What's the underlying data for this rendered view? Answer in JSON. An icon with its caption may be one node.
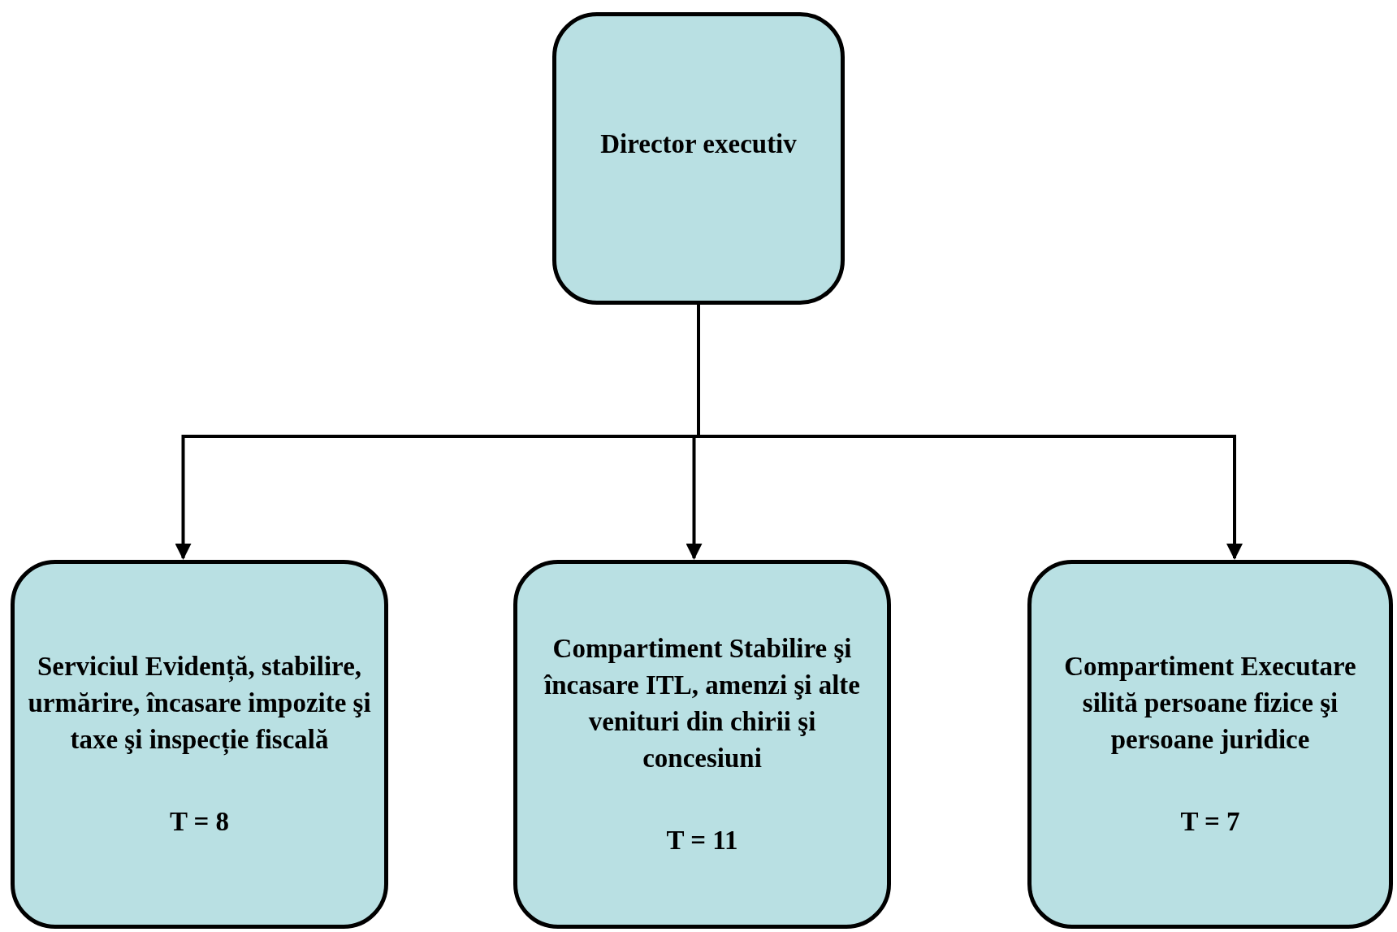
{
  "diagram": {
    "nodes": [
      {
        "text": [
          "Director executiv"
        ]
      },
      {
        "text": [
          "Serviciul Evidență, stabilire, urmărire, încasare impozite şi taxe şi inspecție fiscală",
          "T = 8"
        ]
      },
      {
        "text": [
          "Compartiment Stabilire şi încasare ITL, amenzi şi alte venituri din chirii şi concesiuni",
          "T = 11"
        ]
      },
      {
        "text": [
          "Compartiment Executare silită persoane fizice şi persoane juridice",
          "T = 7"
        ]
      }
    ],
    "edges": [
      {
        "from": 0,
        "to": 1,
        "arrow": "to"
      },
      {
        "from": 0,
        "to": 2,
        "arrow": "to"
      },
      {
        "from": 0,
        "to": 3,
        "arrow": "to"
      }
    ]
  }
}
